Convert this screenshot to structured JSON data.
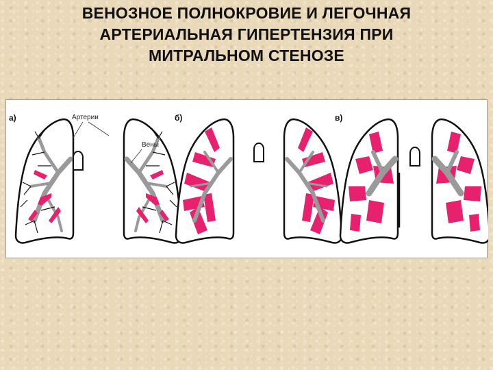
{
  "title": {
    "line1": "ВЕНОЗНОЕ ПОЛНОКРОВИЕ И ЛЕГОЧНАЯ",
    "line2": "АРТЕРИАЛЬНАЯ ГИПЕРТЕНЗИЯ  ПРИ",
    "line3": "МИТРАЛЬНОМ СТЕНОЗЕ"
  },
  "panels": [
    {
      "label": "а)"
    },
    {
      "label": "б)"
    },
    {
      "label": "в)"
    }
  ],
  "annotations": {
    "arteries": "Артерии",
    "veins": "Вены"
  },
  "colors": {
    "background": "#e9d9b8",
    "veins": "#e8216e",
    "arteries": "#9a9a9a",
    "outline": "#111111"
  }
}
